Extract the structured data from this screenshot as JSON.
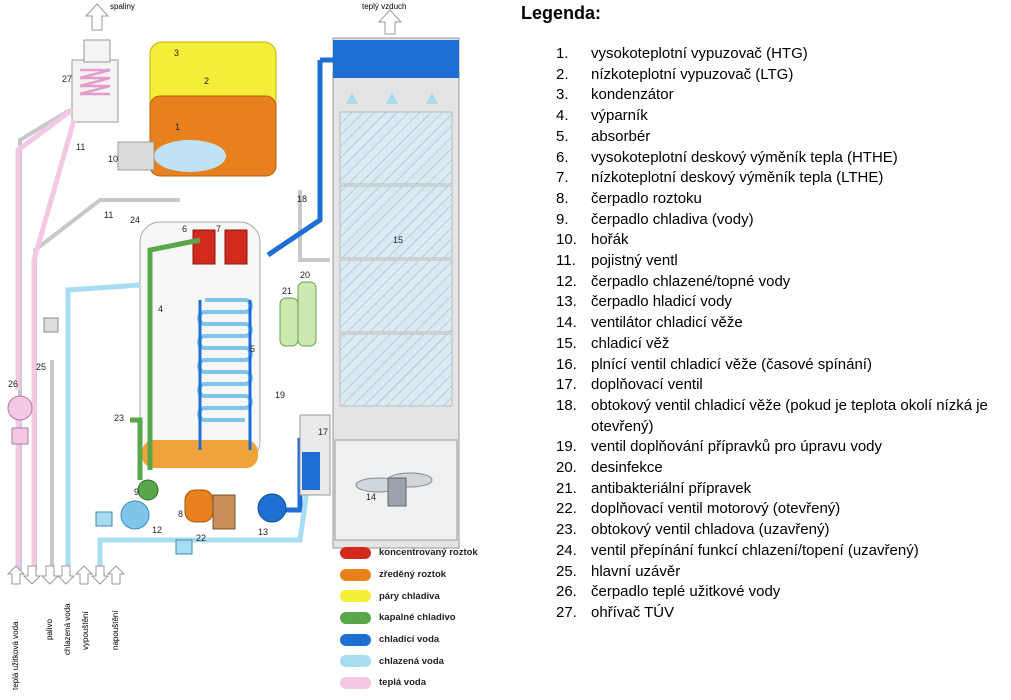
{
  "legend": {
    "title": "Legenda:",
    "items": [
      {
        "num": "1.",
        "text": "vysokoteplotní vypuzovač (HTG)"
      },
      {
        "num": "2.",
        "text": "nízkoteplotní vypuzovač (LTG)"
      },
      {
        "num": "3.",
        "text": "kondenzátor"
      },
      {
        "num": "4.",
        "text": "výparník"
      },
      {
        "num": "5.",
        "text": "absorbér"
      },
      {
        "num": "6.",
        "text": "vysokoteplotní deskový výměník tepla (HTHE)"
      },
      {
        "num": "7.",
        "text": "nízkoteplotní deskový výměník tepla (LTHE)"
      },
      {
        "num": "8.",
        "text": "čerpadlo roztoku"
      },
      {
        "num": "9.",
        "text": "čerpadlo chladiva (vody)"
      },
      {
        "num": "10.",
        "text": "hořák"
      },
      {
        "num": "11.",
        "text": "pojistný ventl"
      },
      {
        "num": "12.",
        "text": "čerpadlo chlazené/topné vody"
      },
      {
        "num": "13.",
        "text": "čerpadlo hladicí vody"
      },
      {
        "num": "14.",
        "text": "ventilátor chladicí věže"
      },
      {
        "num": "15.",
        "text": "chladicí věž"
      },
      {
        "num": "16.",
        "text": "plnící ventil chladicí věže (časové spínání)"
      },
      {
        "num": "17.",
        "text": "doplňovací ventil"
      },
      {
        "num": "18.",
        "text": "obtokový ventil chladicí věže (pokud je teplota okolí nízká je otevřený)"
      },
      {
        "num": "19.",
        "text": "ventil doplňování přípravků pro úpravu vody"
      },
      {
        "num": "20.",
        "text": "desinfekce"
      },
      {
        "num": "21.",
        "text": "antibakteriální přípravek"
      },
      {
        "num": "22.",
        "text": "doplňovací ventil motorový (otevřený)"
      },
      {
        "num": "23.",
        "text": "obtokový ventil chladova (uzavřený)"
      },
      {
        "num": "24.",
        "text": "ventil přepínání funkcí chlazení/topení (uzavřený)"
      },
      {
        "num": "25.",
        "text": "hlavní uzávěr"
      },
      {
        "num": "26.",
        "text": "čerpadlo teplé užitkové vody"
      },
      {
        "num": "27.",
        "text": "ohřívač TÚV"
      }
    ]
  },
  "color_key": [
    {
      "label": "koncentrovaný roztok",
      "color": "#d42a1e"
    },
    {
      "label": "zředěný roztok",
      "color": "#e8801e"
    },
    {
      "label": "páry chladiva",
      "color": "#f4ee3a"
    },
    {
      "label": "kapalné chladivo",
      "color": "#5aa64a"
    },
    {
      "label": "chladicí voda",
      "color": "#1e6fd4"
    },
    {
      "label": "chlazená voda",
      "color": "#a8dcf0"
    },
    {
      "label": "teplá voda",
      "color": "#f4c8e4"
    }
  ],
  "diagram": {
    "top_labels": {
      "flue": "spaliny",
      "warm_air": "teplý vzduch"
    },
    "bottom_labels": [
      "teplá užitková voda",
      "palivo",
      "chlazená voda",
      "vypouštění",
      "napouštění"
    ],
    "component_numbers": [
      "1",
      "2",
      "3",
      "4",
      "5",
      "6",
      "7",
      "8",
      "9",
      "10",
      "11",
      "11",
      "12",
      "13",
      "14",
      "15",
      "17",
      "18",
      "19",
      "20",
      "21",
      "22",
      "23",
      "24",
      "25",
      "26",
      "27"
    ],
    "colors": {
      "pipe_gray": "#c8c8c8",
      "tower_body": "#e6e6e6",
      "tower_fill": "#d4e6f2",
      "cooling_water": "#1e6fd4",
      "chilled_water": "#a8dcf0",
      "hot_water": "#f4c8e4",
      "vapor": "#f4ee3a",
      "liquid": "#5aa64a",
      "dilute": "#e8801e",
      "concentrated": "#d42a1e"
    }
  }
}
